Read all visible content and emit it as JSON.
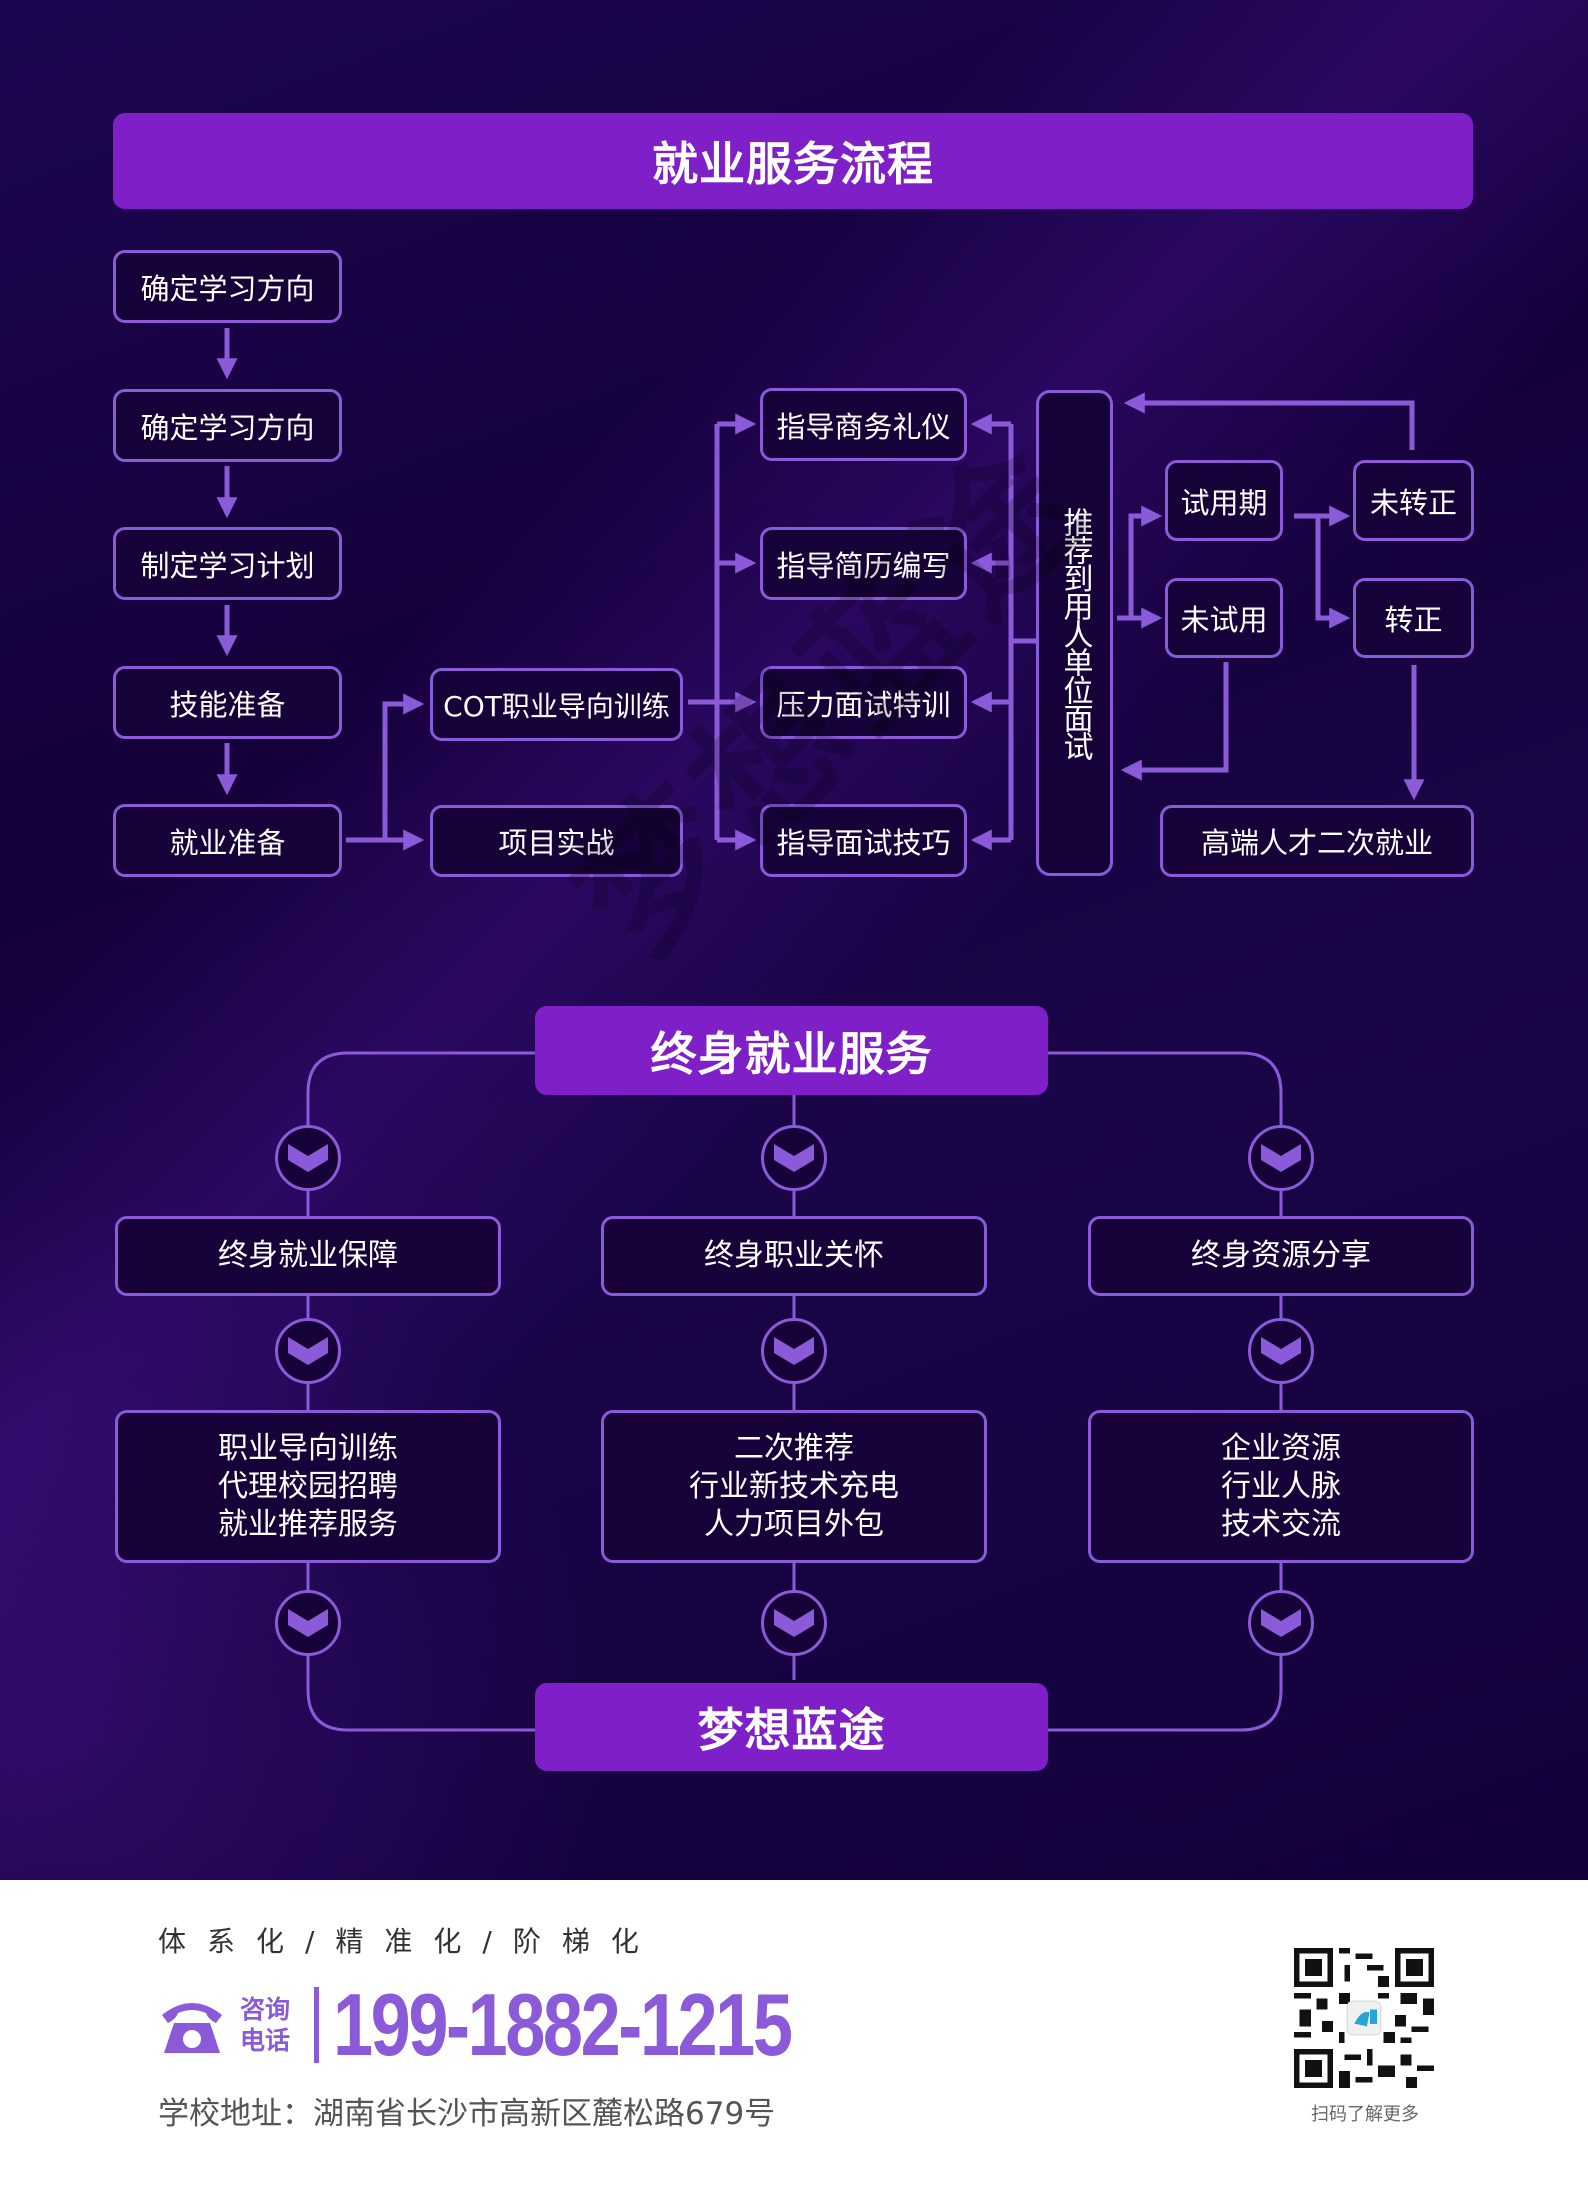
{
  "colors": {
    "background_dark": "#15003a",
    "banner": "#7e1fc8",
    "accent": "#8a5ad8",
    "text_light": "#ffffff"
  },
  "process": {
    "title": "就业服务流程",
    "left_column": [
      "确定学习方向",
      "确定学习方向",
      "制定学习计划",
      "技能准备",
      "就业准备"
    ],
    "branch": [
      "COT职业导向训练",
      "项目实战"
    ],
    "guidance": [
      "指导商务礼仪",
      "指导简历编写",
      "压力面试特训",
      "指导面试技巧"
    ],
    "interview": "推荐到用人单位面试",
    "trial": [
      "试用期",
      "未试用"
    ],
    "outcome": [
      "未转正",
      "转正"
    ],
    "final": "高端人才二次就业"
  },
  "lifelong": {
    "title": "终身就业服务",
    "columns": [
      {
        "heading": "终身就业保障",
        "items": [
          "职业导向训练",
          "代理校园招聘",
          "就业推荐服务"
        ]
      },
      {
        "heading": "终身职业关怀",
        "items": [
          "二次推荐",
          "行业新技术充电",
          "人力项目外包"
        ]
      },
      {
        "heading": "终身资源分享",
        "items": [
          "企业资源",
          "行业人脉",
          "技术交流"
        ]
      }
    ],
    "end": "梦想蓝途"
  },
  "watermark": "梦想蓝途",
  "footer": {
    "slogan": "体系化/精准化/阶梯化",
    "phone_label_line1": "咨询",
    "phone_label_line2": "电话",
    "phone_number": "199-1882-1215",
    "address": "学校地址：湖南省长沙市高新区麓松路679号",
    "qr_caption": "扫码了解更多",
    "icons": {
      "phone": "telephone-icon",
      "qr": "qr-code"
    }
  }
}
